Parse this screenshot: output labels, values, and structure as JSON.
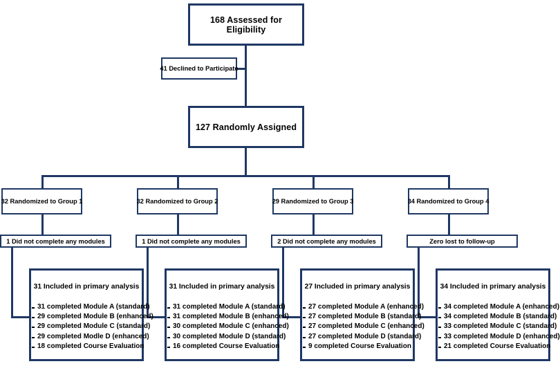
{
  "diagram": {
    "type": "consort-flow-diagram",
    "accent_color": "#1f3864",
    "background_color": "#ffffff",
    "text_color": "#000000"
  },
  "nodes": {
    "assessed": {
      "label": "168 Assessed for Eligibility",
      "count": 168
    },
    "declined": {
      "label": "41 Declined to Participate",
      "count": 41
    },
    "randomized": {
      "label": "127 Randomly Assigned",
      "count": 127
    }
  },
  "arms": [
    {
      "id": "group-1",
      "allocation": {
        "label": "32 Randomized to Group 1",
        "count": 32
      },
      "attrition": {
        "label": "1 Did not complete any modules",
        "count": 1
      },
      "analysis": {
        "title": "31 Included in primary analysis",
        "count": 31,
        "items": [
          "31 completed Module A (standard)",
          "29 completed Module B (enhanced)",
          "29 completed Module C (standard)",
          "29 completed Modle D (enhanced)",
          "18 completed Course Evaluation"
        ]
      }
    },
    {
      "id": "group-2",
      "allocation": {
        "label": "32 Randomized to Group 2",
        "count": 32
      },
      "attrition": {
        "label": "1 Did not complete any modules",
        "count": 1
      },
      "analysis": {
        "title": "31 Included in primary analysis",
        "count": 31,
        "items": [
          "31 completed Module A (standard)",
          "31 completed Module B (enhanced)",
          "30 completed Module C (enhanced)",
          "30 completed Module D (standard)",
          "16 completed Course Evaluation"
        ]
      }
    },
    {
      "id": "group-3",
      "allocation": {
        "label": "29 Randomized to Group 3",
        "count": 29
      },
      "attrition": {
        "label": "2 Did not complete any modules",
        "count": 2
      },
      "analysis": {
        "title": "27 Included in primary analysis",
        "count": 27,
        "items": [
          "27 completed Module A (enhanced)",
          "27 completed Module B (standard)",
          "27 completed Module C (enhanced)",
          "27 completed Module D (standard)",
          "9 completed Course Evaluation"
        ]
      }
    },
    {
      "id": "group-4",
      "allocation": {
        "label": "34 Randomized to Group 4",
        "count": 34
      },
      "attrition": {
        "label": "Zero  lost to follow-up",
        "count": 0
      },
      "analysis": {
        "title": "34 Included in primary analysis",
        "count": 34,
        "items": [
          "34 completed Module A (enhanced)",
          "34 completed Module B (standard)",
          "33 completed Module C (standard)",
          "33 completed Module D (enhanced)",
          "21 completed Course Evaluation"
        ]
      }
    }
  ]
}
